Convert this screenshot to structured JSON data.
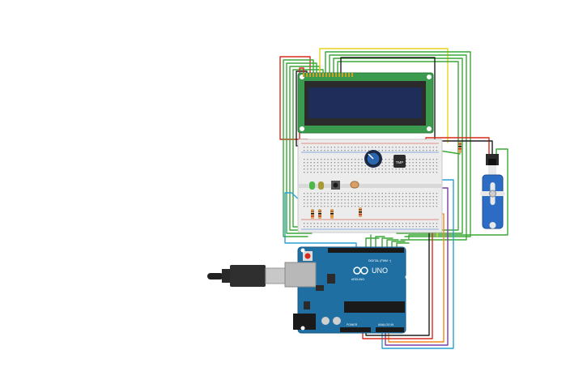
{
  "arduino": {
    "brand": "ARDUINO",
    "model": "UNO",
    "digital_label": "DIGITAL (PWM ~)",
    "power_label": "POWER",
    "analog_label": "ANALOG IN"
  },
  "ic": {
    "label": "TMP"
  },
  "colors": {
    "red": "#d52b1e",
    "black": "#1f1f1f",
    "green": "#3aa935",
    "yellow": "#e8d21b",
    "blue": "#2a9fd6",
    "orange": "#f08a1c",
    "purple": "#7b3fa0",
    "lcd_board": "#3a9a4d",
    "lcd_screen": "#1f2d5a",
    "arduino_board": "#1f6fa3",
    "servo_body": "#2c6cc4"
  }
}
